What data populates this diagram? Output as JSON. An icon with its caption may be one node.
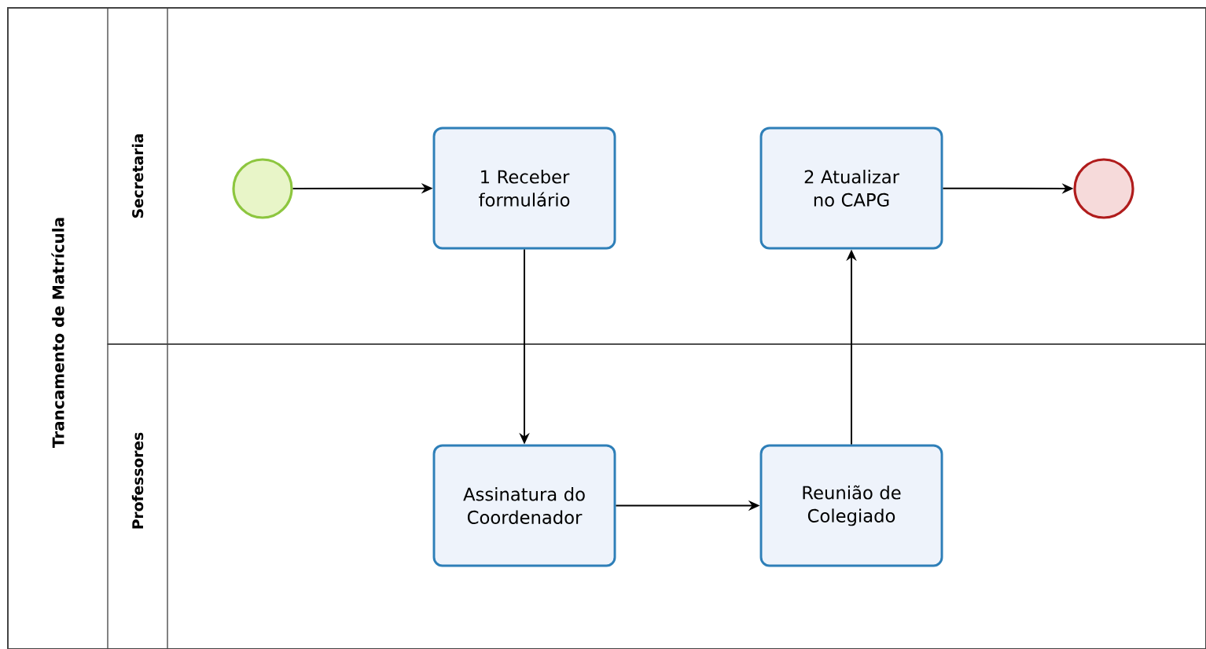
{
  "diagram": {
    "nodes": [
      {
        "text": [
          "Trancamento de Matrícula"
        ]
      },
      {
        "text": [
          "Secretaria"
        ],
        "in": 0
      },
      {
        "text": [
          "Professores"
        ],
        "in": 0
      },
      {
        "text": [],
        "shape": "circle",
        "in": 1
      },
      {
        "text": [
          "1 Receber formulário"
        ],
        "in": 1
      },
      {
        "text": [
          "2 Atualizar no CAPG"
        ],
        "in": 1
      },
      {
        "text": [],
        "shape": "circle",
        "in": 1
      },
      {
        "text": [
          "Assinatura do Coordenador"
        ],
        "in": 2
      },
      {
        "text": [
          "Reunião de Colegiado"
        ],
        "in": 2
      }
    ],
    "edges": [
      {
        "from": 3,
        "to": 4,
        "arrow": "to"
      },
      {
        "from": 4,
        "to": 7,
        "arrow": "to"
      },
      {
        "from": 7,
        "to": 8,
        "arrow": "to"
      },
      {
        "from": 8,
        "to": 5,
        "arrow": "to"
      },
      {
        "from": 5,
        "to": 6,
        "arrow": "to"
      }
    ]
  }
}
